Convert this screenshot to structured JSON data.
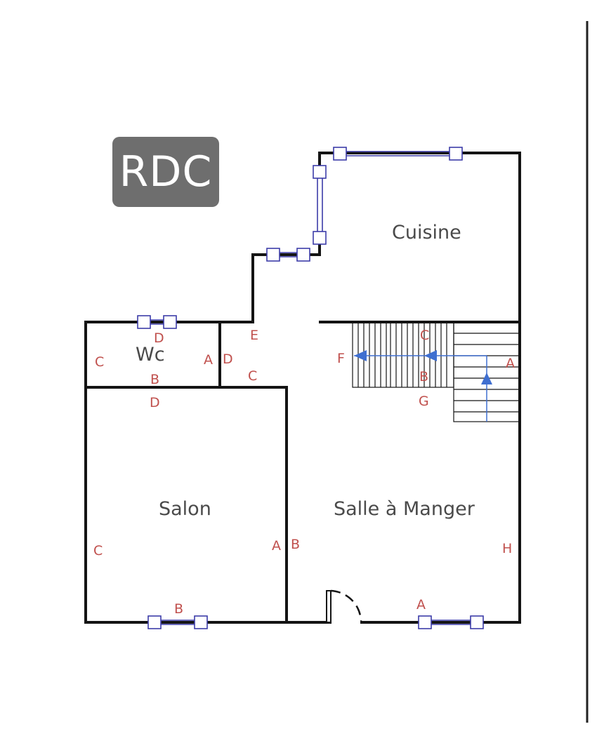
{
  "badge": {
    "label": "RDC",
    "background": "#6e6e6e"
  },
  "rooms": {
    "cuisine": "Cuisine",
    "wc": "Wc",
    "salon": "Salon",
    "salle": "Salle à Manger"
  },
  "markers": {
    "wc_top": "D",
    "wc_left": "C",
    "wc_right": "A",
    "wc_bottom": "B",
    "hall_left": "D",
    "hall_top": "E",
    "hall_bottom": "C",
    "salon_top": "D",
    "salon_left": "C",
    "salon_right": "A",
    "salon_bottom": "B",
    "salle_left": "B",
    "salle_right": "H",
    "salle_bottom": "A",
    "stair_f": "F",
    "stair_c": "C",
    "stair_b": "B",
    "stair_g": "G",
    "stair_a": "A"
  },
  "colors": {
    "wall": "#141414",
    "window": "#3c3ca8",
    "marker": "#c0504d",
    "arrow": "#3f6fd0"
  },
  "icons": {
    "stair_direction": "arrow-icon",
    "door": "door-swing-icon",
    "window": "window-icon"
  }
}
